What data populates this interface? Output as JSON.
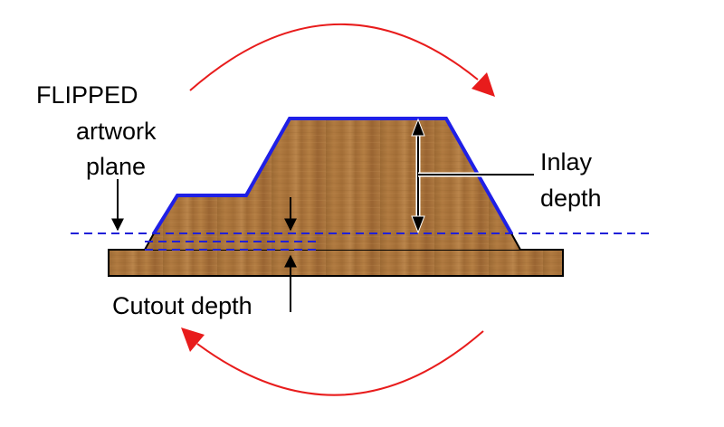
{
  "labels": {
    "flipped_line1": "FLIPPED",
    "flipped_line2": "artwork",
    "flipped_line3": "plane",
    "inlay_line1": "Inlay",
    "inlay_line2": "depth",
    "cutout": "Cutout depth"
  },
  "colors": {
    "wood": "#a8743a",
    "wood_dark": "#8e5e2c",
    "wood_light": "#c08a4c",
    "outline_blue": "#1f1fe6",
    "dashed_blue": "#2020d8",
    "rotation_arrow": "#e81c1c",
    "base_outline": "#000000"
  },
  "icons": {
    "rotation_top": "clockwise-arc-arrow-icon",
    "rotation_bottom": "clockwise-arc-arrow-icon"
  }
}
